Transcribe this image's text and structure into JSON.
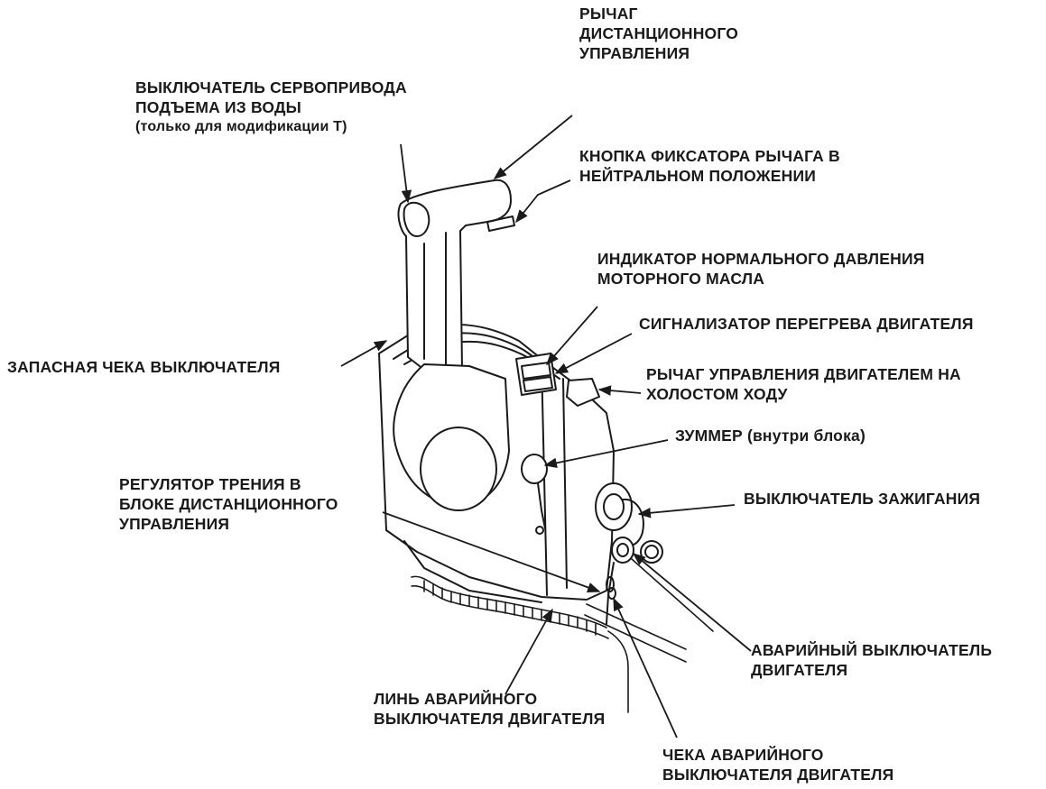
{
  "colors": {
    "ink": "#1a1a1a",
    "background": "#ffffff"
  },
  "labels": {
    "remote_lever": [
      "РЫЧАГ",
      "ДИСТАНЦИОННОГО",
      "УПРАВЛЕНИЯ"
    ],
    "trim_switch": [
      "ВЫКЛЮЧАТЕЛЬ СЕРВОПРИВОДА",
      "ПОДЪЕМА ИЗ ВОДЫ",
      "(только для модификации T)"
    ],
    "neutral_lock": [
      "КНОПКА ФИКСАТОРА РЫЧАГА В",
      "НЕЙТРАЛЬНОМ ПОЛОЖЕНИИ"
    ],
    "oil_pressure": [
      "ИНДИКАТОР НОРМАЛЬНОГО ДАВЛЕНИЯ",
      "МОТОРНОГО МАСЛА"
    ],
    "overheat": [
      "СИГНАЛИЗАТОР ПЕРЕГРЕВА ДВИГАТЕЛЯ"
    ],
    "spare_clip": [
      "ЗАПАСНАЯ ЧЕКА ВЫКЛЮЧАТЕЛЯ"
    ],
    "idle_lever": [
      "РЫЧАГ УПРАВЛЕНИЯ ДВИГАТЕЛЕМ НА",
      "ХОЛОСТОМ ХОДУ"
    ],
    "buzzer": [
      "ЗУММЕР (внутри блока)"
    ],
    "friction": [
      "РЕГУЛЯТОР ТРЕНИЯ В",
      "БЛОКЕ ДИСТАНЦИОННОГО",
      "УПРАВЛЕНИЯ"
    ],
    "ignition": [
      "ВЫКЛЮЧАТЕЛЬ ЗАЖИГАНИЯ"
    ],
    "stop_switch": [
      "АВАРИЙНЫЙ ВЫКЛЮЧАТЕЛЬ",
      "ДВИГАТЕЛЯ"
    ],
    "lanyard": [
      "ЛИНЬ АВАРИЙНОГО",
      "ВЫКЛЮЧАТЕЛЯ ДВИГАТЕЛЯ"
    ],
    "stop_clip": [
      "ЧЕКА АВАРИЙНОГО",
      "ВЫКЛЮЧАТЕЛЯ ДВИГАТЕЛЯ"
    ]
  }
}
